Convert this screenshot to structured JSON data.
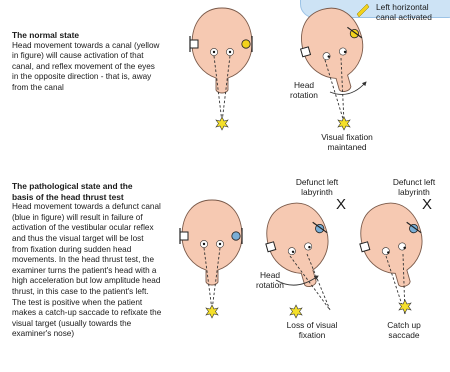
{
  "normal": {
    "heading": "The normal state",
    "body": "Head movement towards a canal (yellow in figure) will cause activation of that canal, and reflex movement of the eyes in the opposite direction - that is, away from the canal",
    "label_canal_line1": "Left horizontal",
    "label_canal_line2": "canal activated",
    "label_rotation_line1": "Head",
    "label_rotation_line2": "rotation",
    "label_fixation_line1": "Visual fixation",
    "label_fixation_line2": "maintaned"
  },
  "pathological": {
    "heading_line1": "The pathological state and the",
    "heading_line2": "basis of the head thrust test",
    "body": "Head movement towards a defunct canal (blue in figure) will result in failure of activation of the vestibular ocular reflex and thus the visual target will be lost from fixation during sudden head movements. In the head thrust test, the examiner turns the patient's head with a high acceleration but low amplitude head thrust, in this case to the patient's left. The test is positive when the patient makes a catch-up saccade to refixate the visual target (usually towards the examiner's nose)",
    "label_defunct_a_line1": "Defunct left",
    "label_defunct_a_line2": "labyrinth",
    "label_defunct_b_line1": "Defunct left",
    "label_defunct_b_line2": "labyrinth",
    "mark_x_a": "X",
    "mark_x_b": "X",
    "label_rotation_line1": "Head",
    "label_rotation_line2": "rotation",
    "label_loss_line1": "Loss of visual",
    "label_loss_line2": "fixation",
    "label_catchup_line1": "Catch up",
    "label_catchup_line2": "saccade"
  },
  "colors": {
    "skin": "#f6c9b2",
    "skin_outline": "#7a5a4a",
    "yellow_canal": "#f2d21c",
    "blue_canal": "#7aaed6",
    "target": "#f5e02a",
    "accent_tab": "#cde3f5"
  }
}
